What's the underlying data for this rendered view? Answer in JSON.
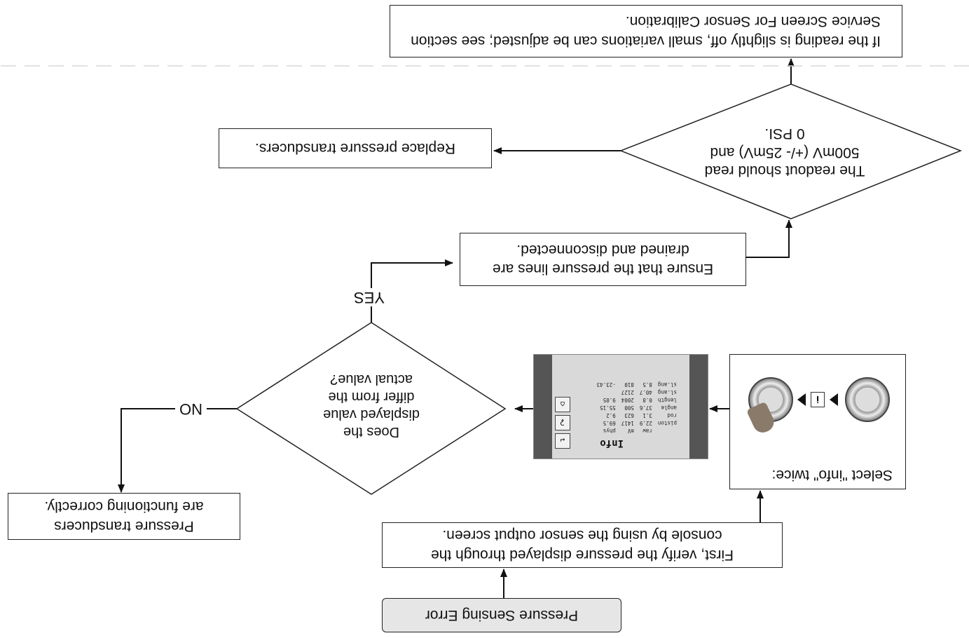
{
  "flowchart": {
    "start": "Pressure Sensing Error",
    "step_verify": "First, verify the pressure displayed through the console by using the sensor output screen.",
    "step_select": "Select \"info\" twice:",
    "decision_differ": "Does the displayed value differ from the actual value?",
    "label_no": "NO",
    "label_yes": "YES",
    "result_ok": "Pressure transducers are functioning correctly.",
    "step_drain": "Ensure that the pressure lines are drained and disconnected.",
    "decision_readout": "The readout should read 500mV (+/- 25mV) and 0 PSI.",
    "step_replace": "Replace pressure transducers.",
    "step_calibrate": "If the reading is slightly off, small variations can be adjusted; see section Service Screen For Sensor Calibration."
  },
  "info_screen": {
    "title": "Info",
    "button_icons": [
      "return-icon",
      "key-icon",
      "home-icon"
    ],
    "headers": [
      "",
      "raw",
      "mV",
      "phys"
    ],
    "rows": [
      [
        "piston",
        "22.9",
        "1417",
        "69.5"
      ],
      [
        "rod",
        "3.1",
        "623",
        "9.2"
      ],
      [
        "angle",
        "37.6",
        "500",
        "55.15"
      ],
      [
        "length",
        "0.8",
        "2004",
        "9.05"
      ],
      [
        "sl.ang",
        "40.7",
        "2127",
        ""
      ],
      [
        "sl.ang",
        "8.5",
        "810",
        "-23.43"
      ]
    ]
  },
  "select_icon_label": "i"
}
